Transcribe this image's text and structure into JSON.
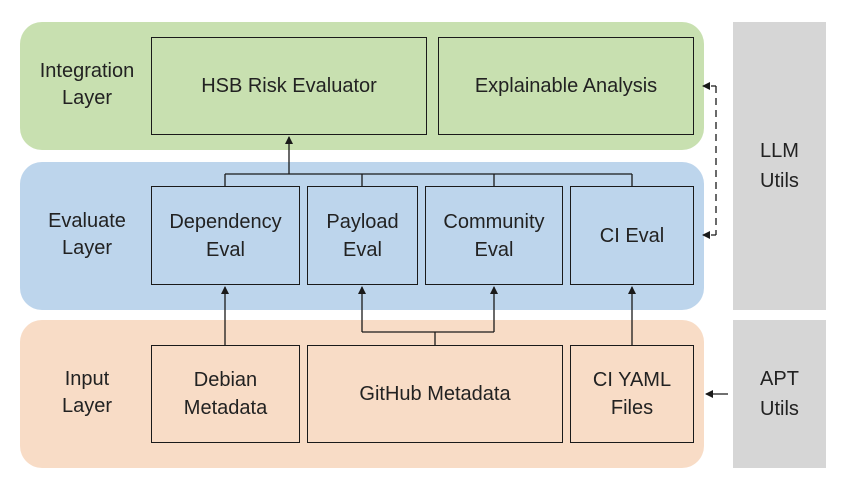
{
  "layers": {
    "integration": "Integration\nLayer",
    "evaluate": "Evaluate\nLayer",
    "input": "Input\nLayer"
  },
  "boxes": {
    "hsb_risk_evaluator": "HSB Risk Evaluator",
    "explainable_analysis": "Explainable Analysis",
    "dependency_eval": "Dependency\nEval",
    "payload_eval": "Payload\nEval",
    "community_eval": "Community\nEval",
    "ci_eval": "CI Eval",
    "debian_metadata": "Debian\nMetadata",
    "github_metadata": "GitHub Metadata",
    "ci_yaml_files": "CI YAML\nFiles"
  },
  "side": {
    "llm_utils": "LLM\nUtils",
    "apt_utils": "APT\nUtils"
  }
}
